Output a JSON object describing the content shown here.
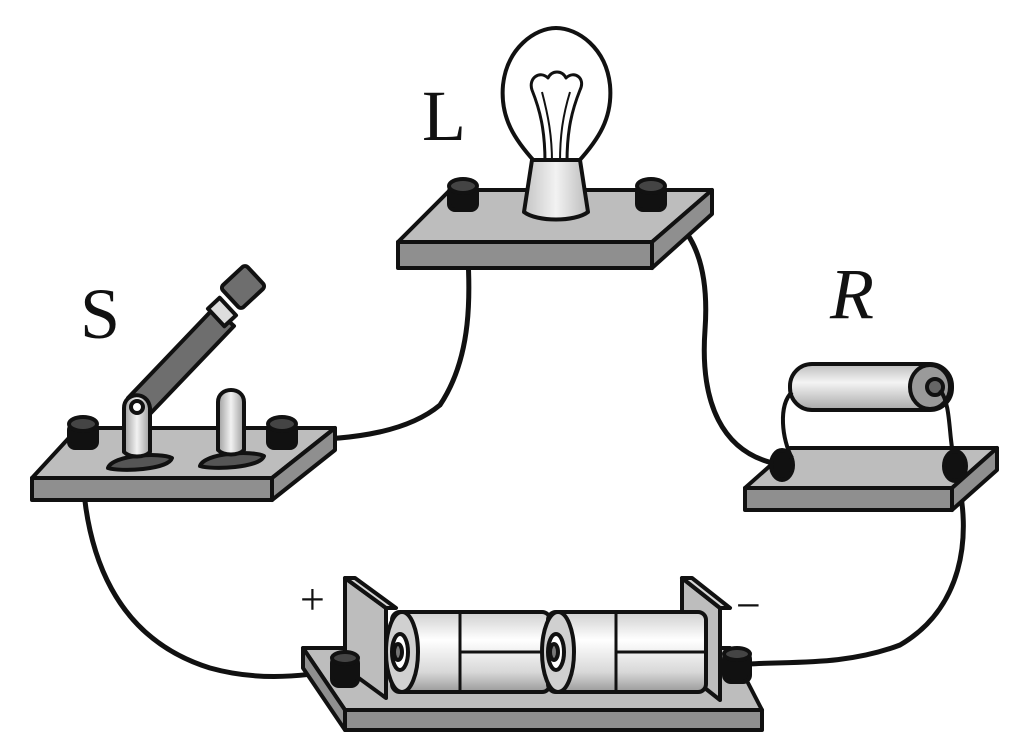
{
  "labels": {
    "lamp": "L",
    "switch": "S",
    "resistor": "R",
    "plus": "+",
    "minus": "−"
  },
  "colors": {
    "board_top": "#bdbdbd",
    "board_side": "#8f8f8f",
    "outline": "#111111",
    "lever": "#6e6e6e",
    "battery_body": "#e6e6e6",
    "terminal": "#111111"
  }
}
